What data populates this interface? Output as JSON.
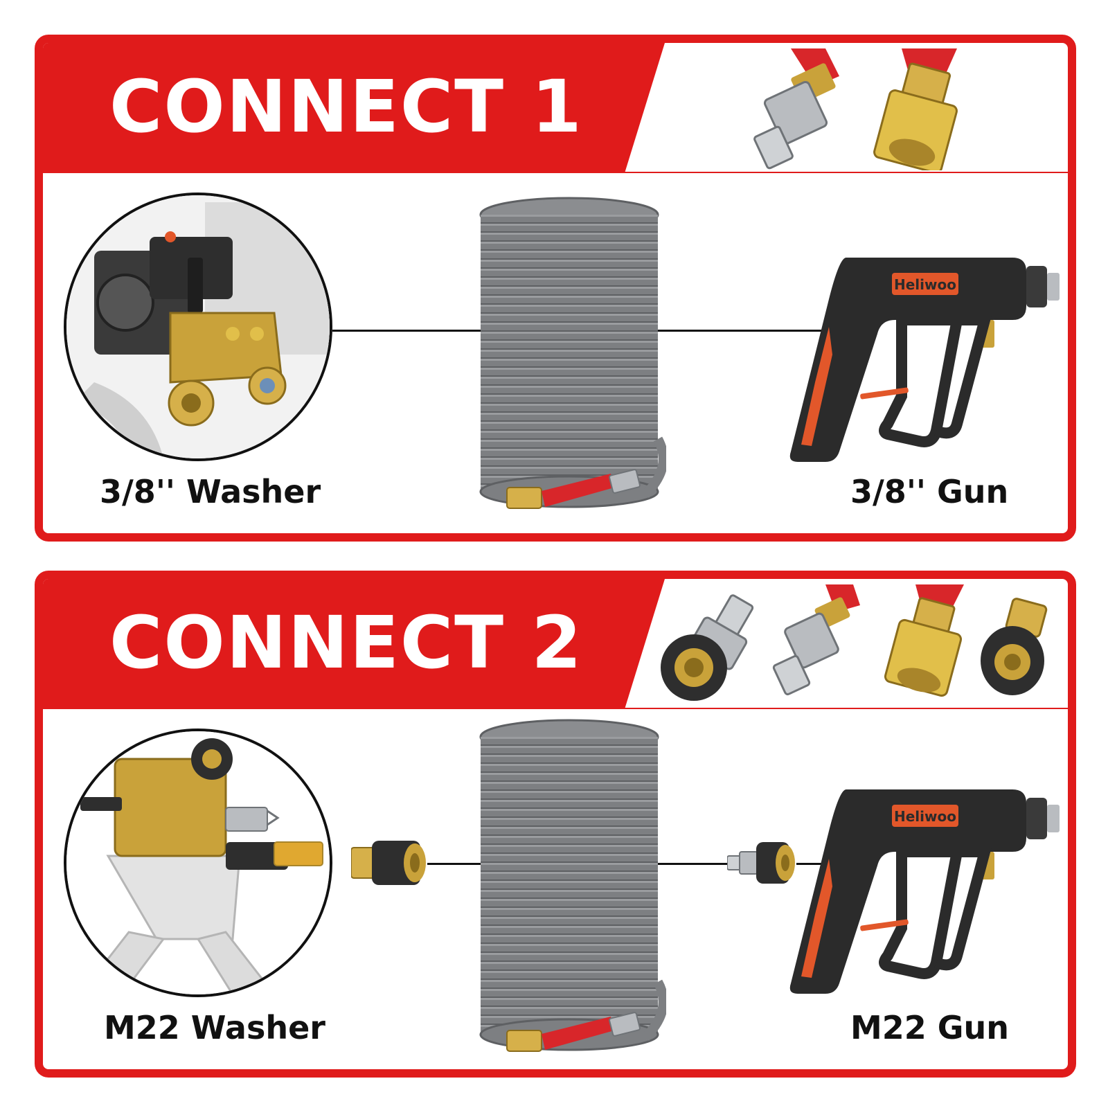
{
  "panels": [
    {
      "title": "CONNECT 1",
      "left_label": "3/8'' Washer",
      "right_label": "3/8'' Gun",
      "gun_brand": "Heliwoo"
    },
    {
      "title": "CONNECT 2",
      "left_label": "M22 Washer",
      "right_label": "M22 Gun",
      "gun_brand": "Heliwoo"
    }
  ],
  "colors": {
    "brand_red": "#e01b1b",
    "hose_gray": "#7d7f82",
    "brass": "#c9a23a",
    "gun_black": "#2b2b2b",
    "gun_orange": "#e2572a"
  },
  "icons": [
    "quick-connect-plug-icon",
    "quick-connect-coupler-icon",
    "m22-coupler-icon",
    "washer-pump-icon",
    "spray-gun-icon",
    "hose-coil-icon"
  ]
}
